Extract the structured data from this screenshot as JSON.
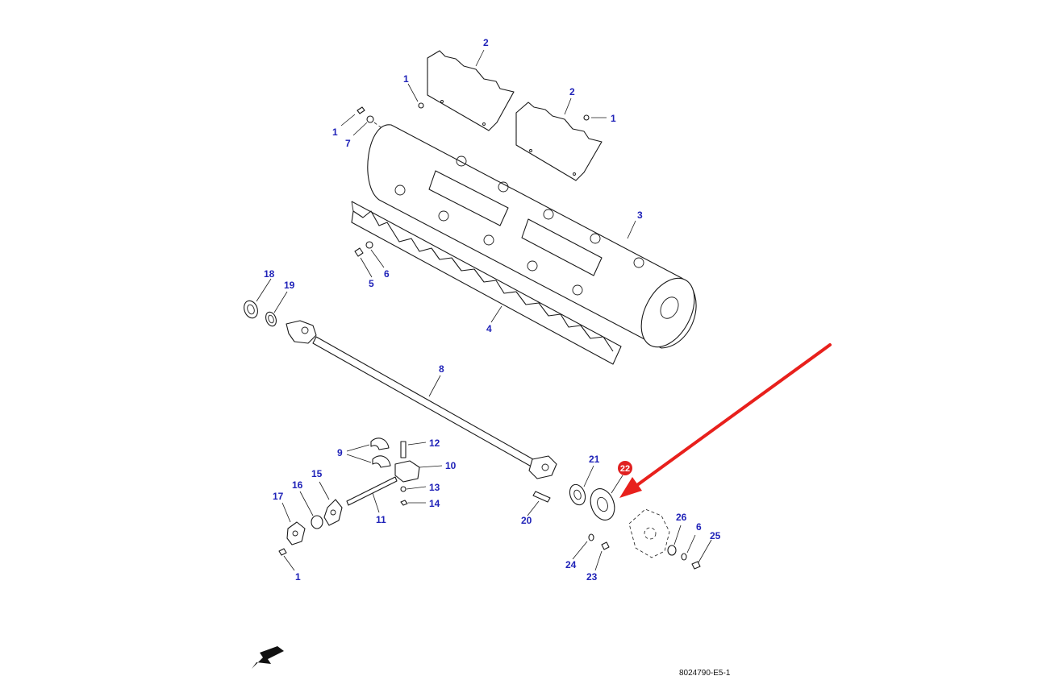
{
  "callouts": {
    "c1a": "1",
    "c1b": "1",
    "c1c": "1",
    "c1d": "1",
    "c2a": "2",
    "c2b": "2",
    "c3": "3",
    "c4": "4",
    "c5": "5",
    "c6a": "6",
    "c6b": "6",
    "c7": "7",
    "c8": "8",
    "c9": "9",
    "c10": "10",
    "c11": "11",
    "c12": "12",
    "c13": "13",
    "c14": "14",
    "c15": "15",
    "c16": "16",
    "c17": "17",
    "c18": "18",
    "c19": "19",
    "c20": "20",
    "c21": "21",
    "c23": "23",
    "c24": "24",
    "c25": "25",
    "c26": "26"
  },
  "highlight": {
    "label": "22",
    "badge_color": "#e02020",
    "arrow_color": "#e8201c"
  },
  "callout_color": "#1f22b8",
  "document_ref": "8024790-E5-1",
  "icons": {
    "orientation": "orientation-arrow-icon"
  }
}
